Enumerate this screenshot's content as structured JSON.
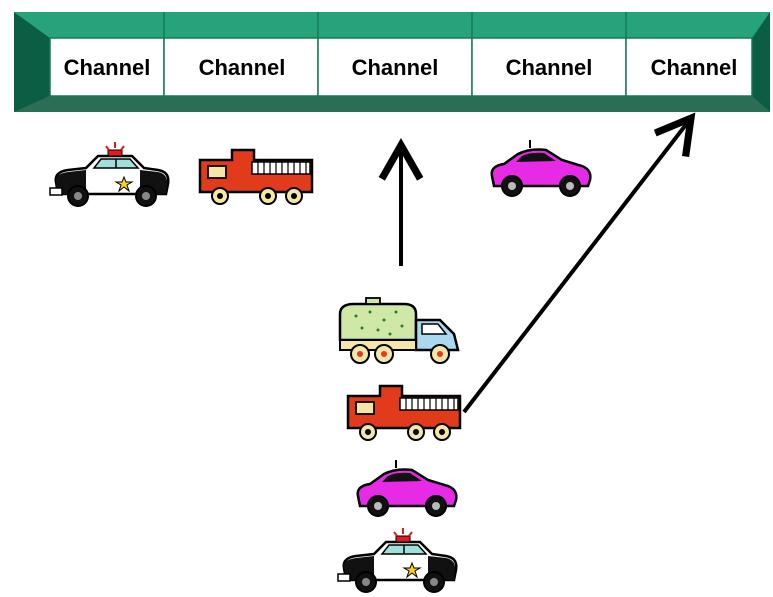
{
  "channel_bar": {
    "channels": [
      {
        "label": "Channel"
      },
      {
        "label": "Channel"
      },
      {
        "label": "Channel"
      },
      {
        "label": "Channel"
      },
      {
        "label": "Channel"
      }
    ],
    "frame_color": "#1f8f6a",
    "frame_dark": "#0b5e43",
    "cell_color": "#ffffff"
  },
  "vehicles": {
    "assigned": [
      "police-car",
      "fire-truck",
      "empty-channel",
      "sports-car",
      "empty-channel"
    ],
    "queue": [
      "tanker-truck",
      "fire-truck",
      "sports-car",
      "police-car"
    ]
  },
  "arrows": [
    {
      "from": "queue",
      "to_channel": 3
    },
    {
      "from": "queue-fire-truck",
      "to_channel": 5
    }
  ],
  "colors": {
    "fire_truck": "#e23b1c",
    "sports_car": "#e62ae6",
    "police_car": "#111111",
    "tanker_cab": "#a9d8f0",
    "tanker_tank": "#cfe8a8"
  }
}
